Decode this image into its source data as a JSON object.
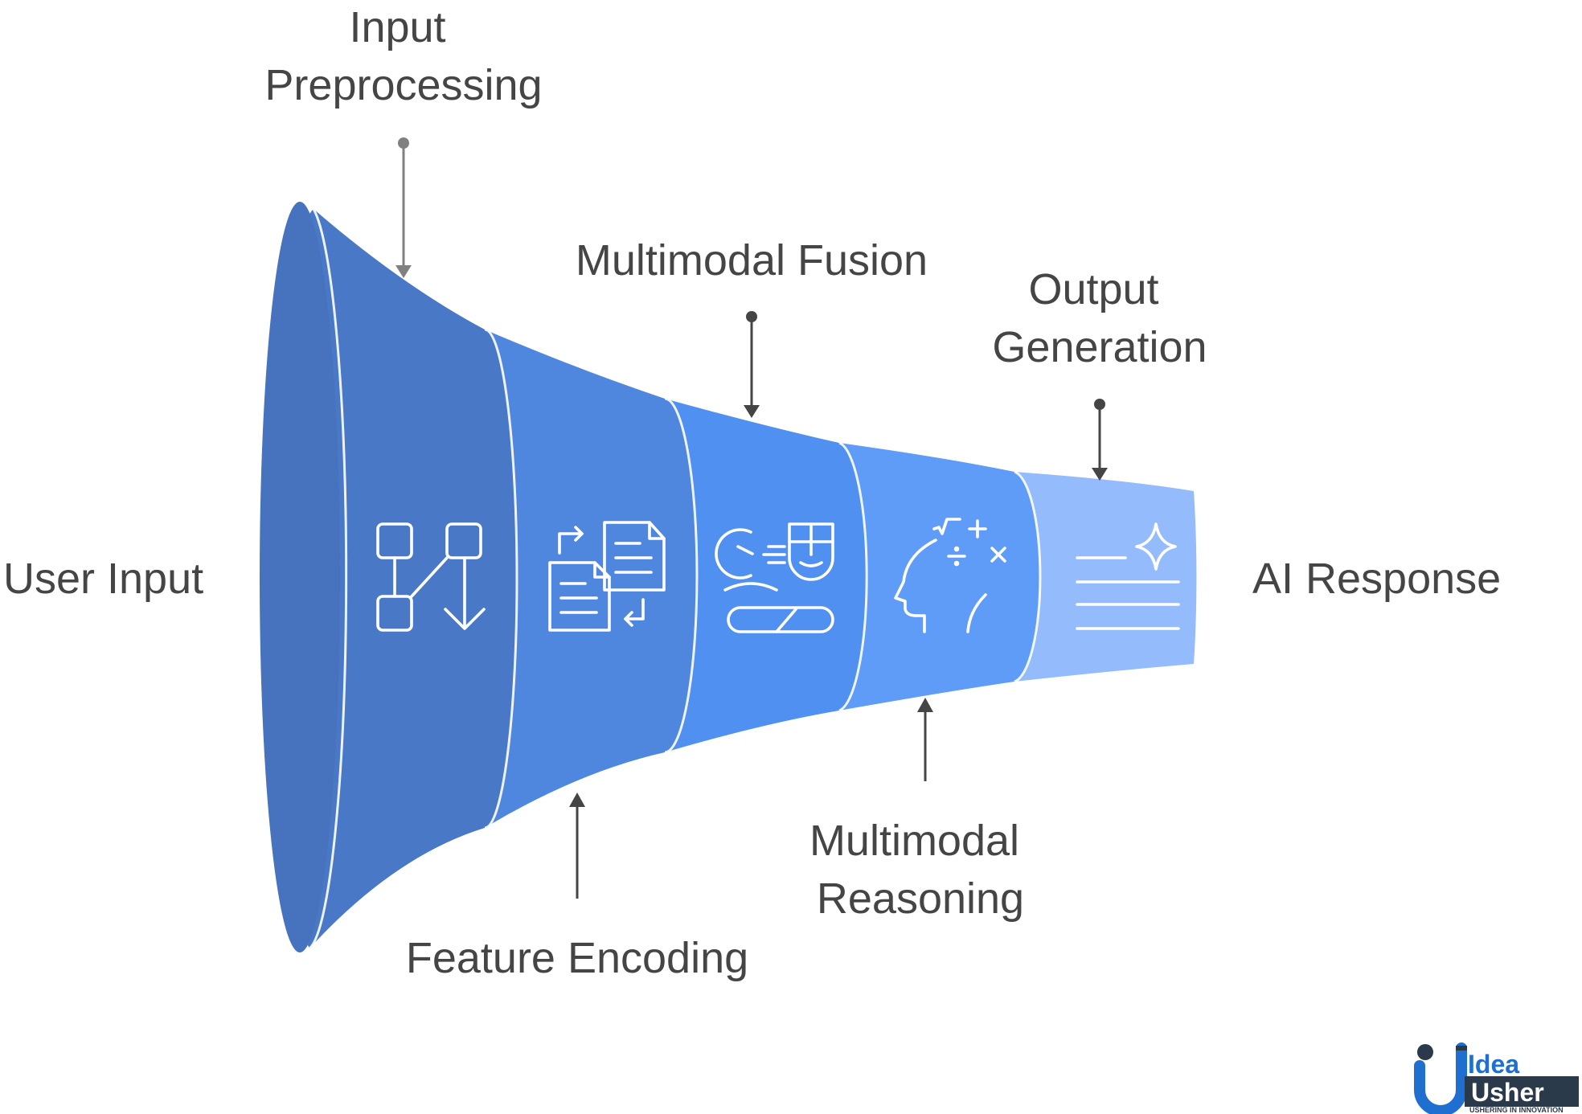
{
  "funnel": {
    "input_label": "User Input",
    "output_label": "AI Response",
    "stages": [
      {
        "key": "input-preprocessing",
        "label_lines": [
          "Input",
          "Preprocessing"
        ],
        "icon": "flowchart-icon",
        "color": "#4878C6"
      },
      {
        "key": "feature-encoding",
        "label_lines": [
          "Feature Encoding"
        ],
        "icon": "document-transfer-icon",
        "color": "#5087DE"
      },
      {
        "key": "multimodal-fusion",
        "label_lines": [
          "Multimodal Fusion"
        ],
        "icon": "face-merge-icon",
        "color": "#5090F0"
      },
      {
        "key": "multimodal-reasoning",
        "label_lines": [
          "Multimodal",
          "Reasoning"
        ],
        "icon": "head-math-icon",
        "color": "#5E9CF8"
      },
      {
        "key": "output-generation",
        "label_lines": [
          "Output",
          "Generation"
        ],
        "icon": "sparkle-text-icon",
        "color": "#94BBFB"
      }
    ]
  },
  "logo": {
    "word1": "Idea",
    "word2": "Usher",
    "tagline": "USHERING IN INNOVATION",
    "colors": {
      "primary": "#1F6FD1",
      "dark": "#2B3A4A"
    }
  }
}
